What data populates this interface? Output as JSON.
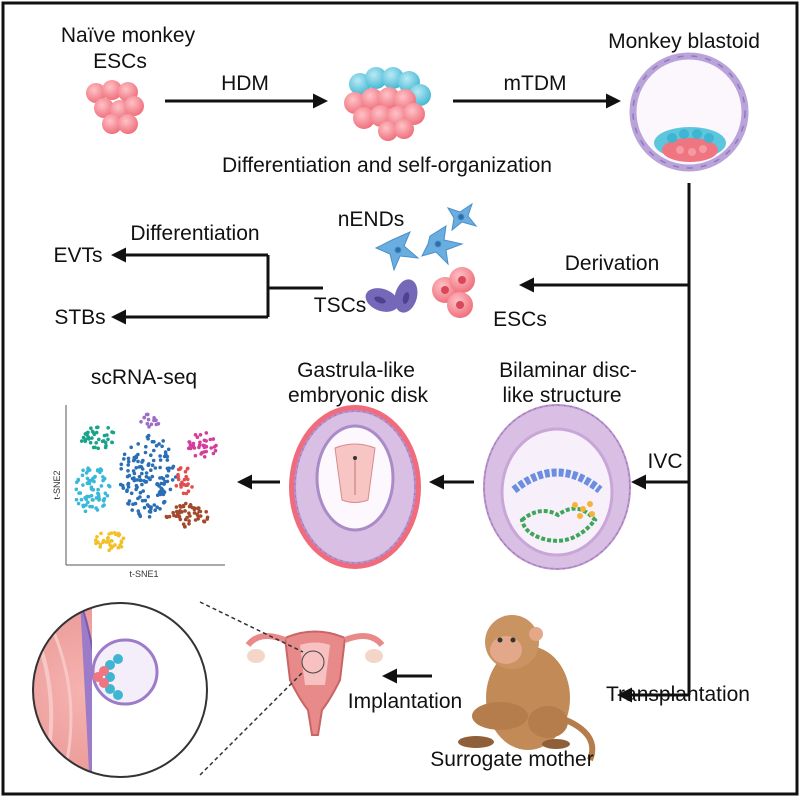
{
  "labels": {
    "naive_line1": "Naïve monkey",
    "naive_line2": "ESCs",
    "hdm": "HDM",
    "mtdm": "mTDM",
    "monkey_blastoid": "Monkey blastoid",
    "differentiation_self_org": "Differentiation and self-organization",
    "nends": "nENDs",
    "differentiation": "Differentiation",
    "evts": "EVTs",
    "stbs": "STBs",
    "tscs": "TSCs",
    "escs": "ESCs",
    "derivation": "Derivation",
    "scrna_seq": "scRNA-seq",
    "gastrula_line1": "Gastrula-like",
    "gastrula_line2": "embryonic disk",
    "bilaminar_line1": "Bilaminar disc-",
    "bilaminar_line2": "like structure",
    "ivc": "IVC",
    "tsne2": "t-SNE2",
    "tsne1": "t-SNE1",
    "implantation": "Implantation",
    "transplantation": "Transplantation",
    "surrogate_mother": "Surrogate mother"
  },
  "colors": {
    "pink_cell": "#f27c86",
    "blue_cell": "#5cc6dd",
    "purple_cell": "#7568b8",
    "tissue_purple": "#c9a7d8",
    "monkey_brown": "#c28a57",
    "uterus_pink": "#e98a8a"
  },
  "icons": [
    "naive-esc-cluster",
    "blastoid-ring",
    "nend-cells",
    "tsc-cells",
    "esc-cells",
    "tsne-scatter",
    "gastrula-disk",
    "bilaminar-disk",
    "uterus",
    "monkey",
    "zoom-lens"
  ]
}
